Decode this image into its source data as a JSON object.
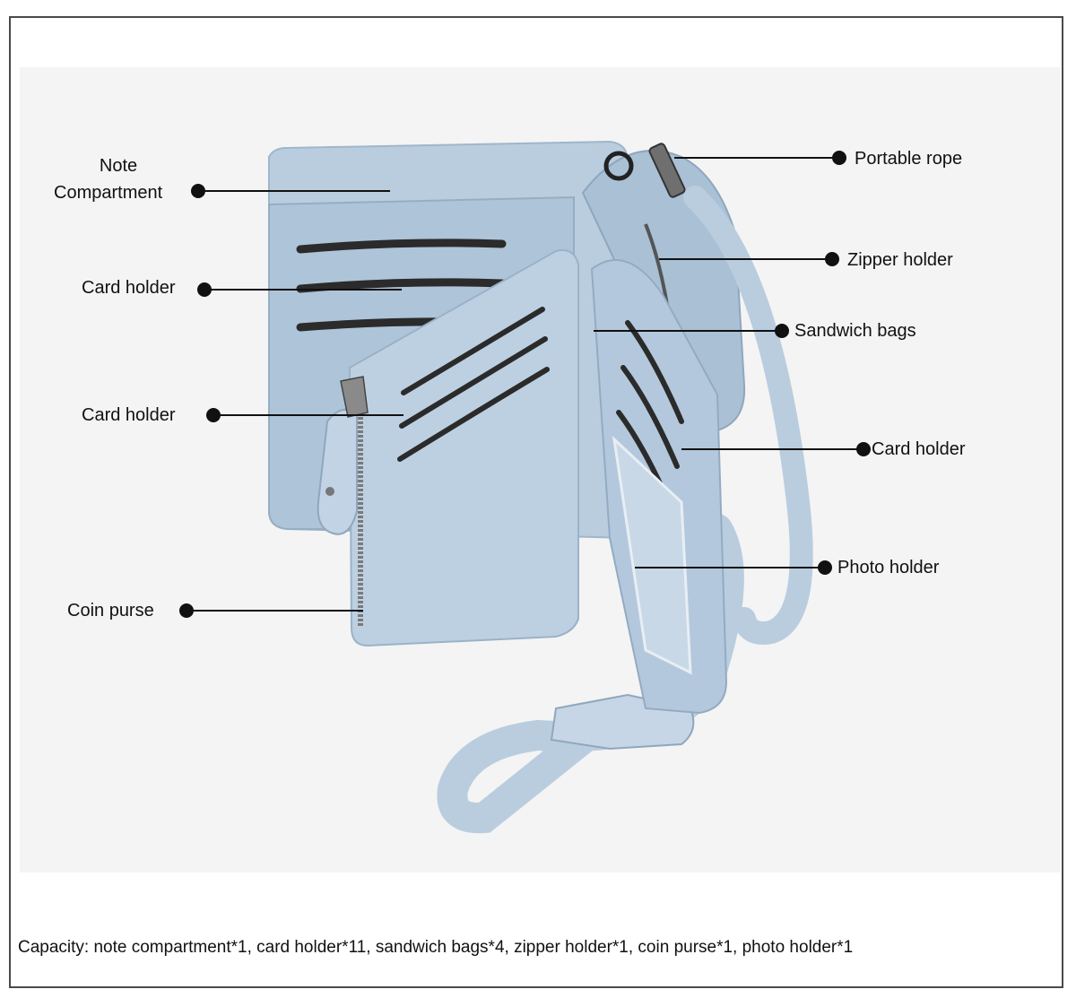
{
  "callouts": {
    "note_compartment_1": "Note",
    "note_compartment_2": "Compartment",
    "card_holder_upper": "Card holder",
    "card_holder_lower": "Card holder",
    "coin_purse": "Coin purse",
    "portable_rope": "Portable rope",
    "zipper_holder": "Zipper holder",
    "sandwich_bags": "Sandwich bags",
    "card_holder_right": "Card holder",
    "photo_holder": "Photo holder"
  },
  "footer": {
    "capacity": "Capacity: note compartment*1, card holder*11, sandwich bags*4, zipper holder*1, coin purse*1, photo holder*1"
  },
  "colors": {
    "wallet": "#b9cddf",
    "wallet_shade": "#9fb6cc",
    "slot": "#2b2b2b",
    "leader": "#111111",
    "background": "#f4f4f4"
  }
}
